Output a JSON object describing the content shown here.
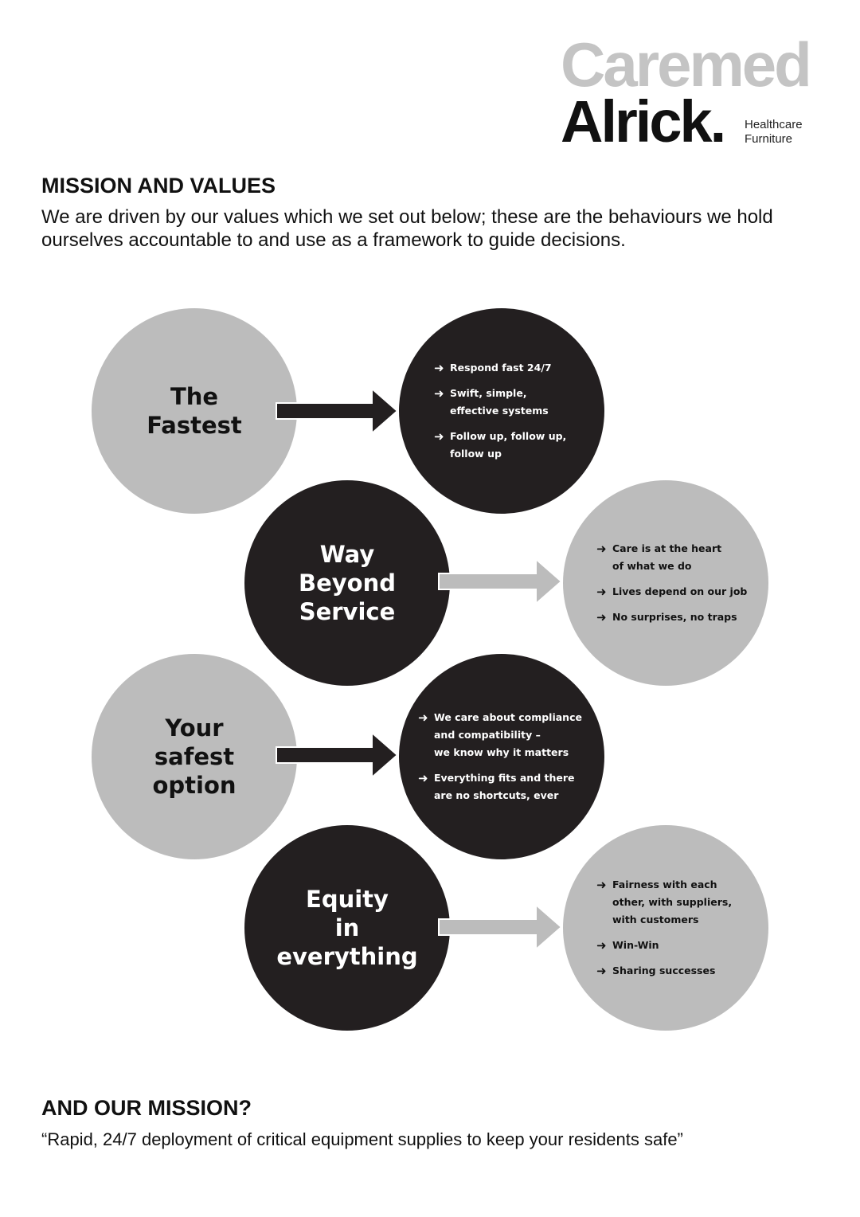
{
  "logo": {
    "top": "Caremed",
    "bottom": "Alrick.",
    "tagline": [
      "Healthcare",
      "Furniture"
    ]
  },
  "mission_values": {
    "heading": "MISSION AND VALUES",
    "intro": "We are driven by our values which we set out below; these are the behaviours we hold ourselves accountable to and use as a framework to guide decisions."
  },
  "values": [
    {
      "title": [
        "The",
        "Fastest"
      ],
      "points": [
        [
          "Respond fast 24/7"
        ],
        [
          "Swift, simple,",
          "effective systems"
        ],
        [
          "Follow up, follow up,",
          "follow up"
        ]
      ]
    },
    {
      "title": [
        "Way",
        "Beyond",
        "Service"
      ],
      "points": [
        [
          "Care is at the heart",
          "of what we do"
        ],
        [
          "Lives depend on our job"
        ],
        [
          "No surprises, no traps"
        ]
      ]
    },
    {
      "title": [
        "Your",
        "safest",
        "option"
      ],
      "points": [
        [
          "We care about compliance",
          "and compatibility –",
          "we know why it matters"
        ],
        [
          "Everything fits and there",
          "are no shortcuts, ever"
        ]
      ]
    },
    {
      "title": [
        "Equity",
        "in",
        "everything"
      ],
      "points": [
        [
          "Fairness with each",
          "other, with suppliers,",
          "with customers"
        ],
        [
          "Win-Win"
        ],
        [
          "Sharing successes"
        ]
      ]
    }
  ],
  "our_mission": {
    "heading": "AND OUR MISSION?",
    "quote": "“Rapid, 24/7 deployment of critical equipment supplies to keep your residents safe”"
  },
  "colors": {
    "grey": "#bcbcbc",
    "dark": "#231f20",
    "arrow_dark": "#231f20",
    "arrow_light": "#bcbcbc"
  },
  "icons": {
    "bullet": "arrow-right-icon"
  }
}
